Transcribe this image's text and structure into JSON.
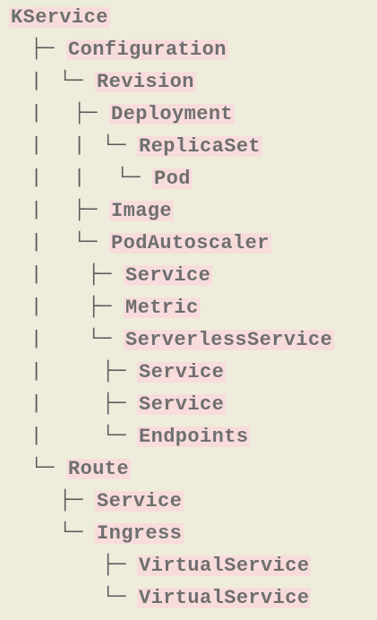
{
  "guides": {
    "vertical": "|",
    "tee": "├─",
    "elbow": "└─"
  },
  "tree": [
    {
      "label": "KService"
    },
    {
      "label": "Configuration"
    },
    {
      "label": "Revision"
    },
    {
      "label": "Deployment"
    },
    {
      "label": "ReplicaSet"
    },
    {
      "label": "Pod"
    },
    {
      "label": "Image"
    },
    {
      "label": "PodAutoscaler"
    },
    {
      "label": "Service"
    },
    {
      "label": "Metric"
    },
    {
      "label": "ServerlessService"
    },
    {
      "label": "Service"
    },
    {
      "label": "Service"
    },
    {
      "label": "Endpoints"
    },
    {
      "label": "Route"
    },
    {
      "label": "Service"
    },
    {
      "label": "Ingress"
    },
    {
      "label": "VirtualService"
    },
    {
      "label": "VirtualService"
    }
  ],
  "colors": {
    "background": "#eeeddc",
    "label_highlight": "#f8dcdc",
    "label_text": "#6f6f6f",
    "guide_text": "#5a5a5a"
  }
}
